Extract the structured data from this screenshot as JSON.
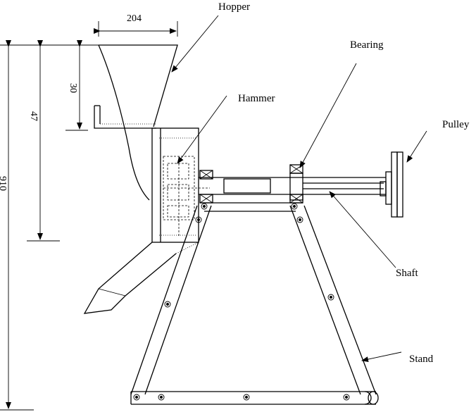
{
  "labels": {
    "hopper": "Hopper",
    "bearing": "Bearing",
    "hammer": "Hammer",
    "pulley": "Pulley",
    "shaft": "Shaft",
    "stand": "Stand"
  },
  "dimensions": {
    "top_width": "204",
    "small_height": "30",
    "mid_height": "47",
    "total_height": "910"
  }
}
